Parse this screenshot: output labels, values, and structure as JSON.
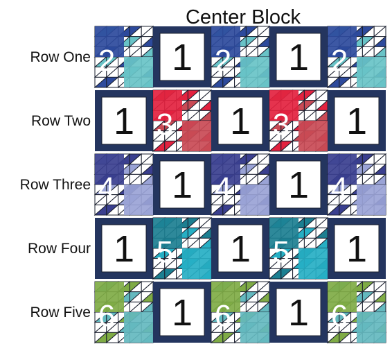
{
  "title": "Center Block",
  "colors": {
    "frame": "#24355f",
    "white": "#ffffff",
    "line": "#1a1f2e"
  },
  "block_label": "1",
  "rows": [
    {
      "label": "Row One",
      "pattern": "pieced-first",
      "piece_label": "2",
      "palette": [
        "#2d4a9c",
        "#68c3c7",
        "#ffffff"
      ]
    },
    {
      "label": "Row Two",
      "pattern": "center-first",
      "piece_label": "3",
      "palette": [
        "#e3223f",
        "#c94a55",
        "#ffffff"
      ]
    },
    {
      "label": "Row Three",
      "pattern": "pieced-first",
      "piece_label": "4",
      "palette": [
        "#3a3f8f",
        "#9aa3d6",
        "#ffffff"
      ]
    },
    {
      "label": "Row Four",
      "pattern": "center-first",
      "piece_label": "5",
      "palette": [
        "#1c7f91",
        "#26afc4",
        "#ffffff"
      ]
    },
    {
      "label": "Row Five",
      "pattern": "pieced-first",
      "piece_label": "6",
      "palette": [
        "#7fab45",
        "#64b9bf",
        "#ffffff"
      ]
    }
  ]
}
